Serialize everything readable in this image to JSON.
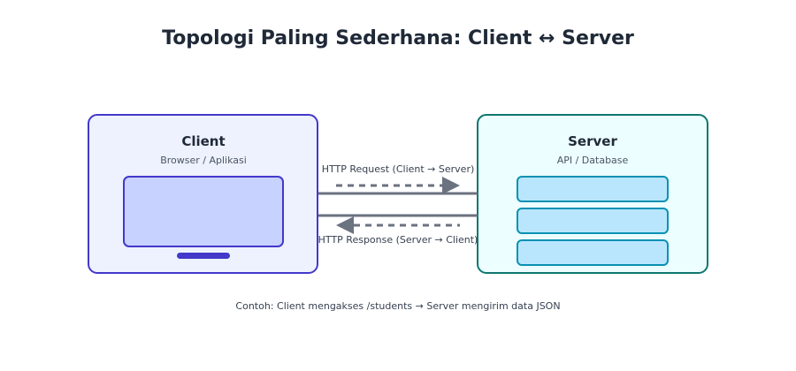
{
  "title": "Topologi Paling Sederhana: Client ↔ Server",
  "client": {
    "title": "Client",
    "subtitle": "Browser / Aplikasi"
  },
  "server": {
    "title": "Server",
    "subtitle": "API / Database"
  },
  "request_label": "HTTP Request (Client → Server)",
  "response_label": "HTTP Response (Server → Client)",
  "footer_note": "Contoh: Client mengakses /students → Server mengirim data JSON",
  "colors": {
    "client_border": "#4338ca",
    "client_fill": "#eef2ff",
    "screen_fill": "#c7d2fe",
    "server_border": "#0f766e",
    "server_fill": "#ecfeff",
    "rack_fill": "#bae6fd",
    "rack_border": "#0891b2",
    "arrow": "#6b7280"
  }
}
